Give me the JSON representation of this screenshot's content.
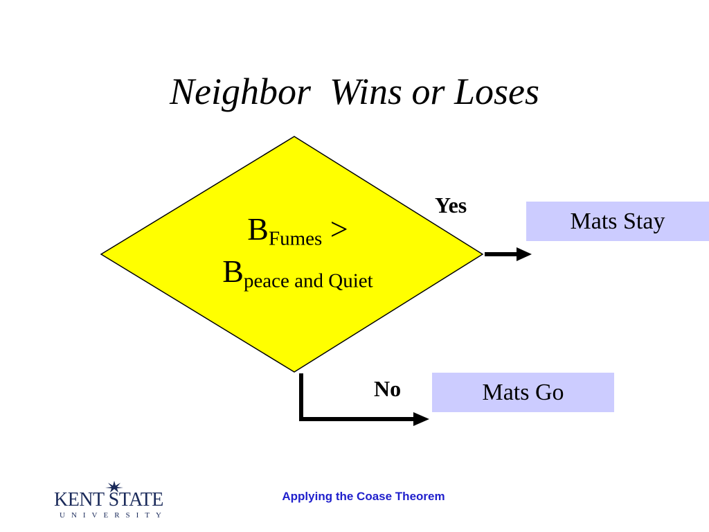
{
  "slide": {
    "title": "Neighbor  Wins or Loses",
    "footer": "Applying the Coase Theorem"
  },
  "decision": {
    "b1": "B",
    "sub1": "Fumes",
    "operator": " >",
    "b2": "B",
    "sub2": "peace and Quiet"
  },
  "branches": {
    "yes_label": "Yes",
    "no_label": "No",
    "yes_outcome": "Mats Stay",
    "no_outcome": "Mats Go"
  },
  "logo": {
    "name": "KENT STATE",
    "sub": "UNIVERSITY"
  },
  "colors": {
    "diamond_fill": "#ffff00",
    "outcome_fill": "#ccccff",
    "footer_text": "#1f1fcc"
  }
}
